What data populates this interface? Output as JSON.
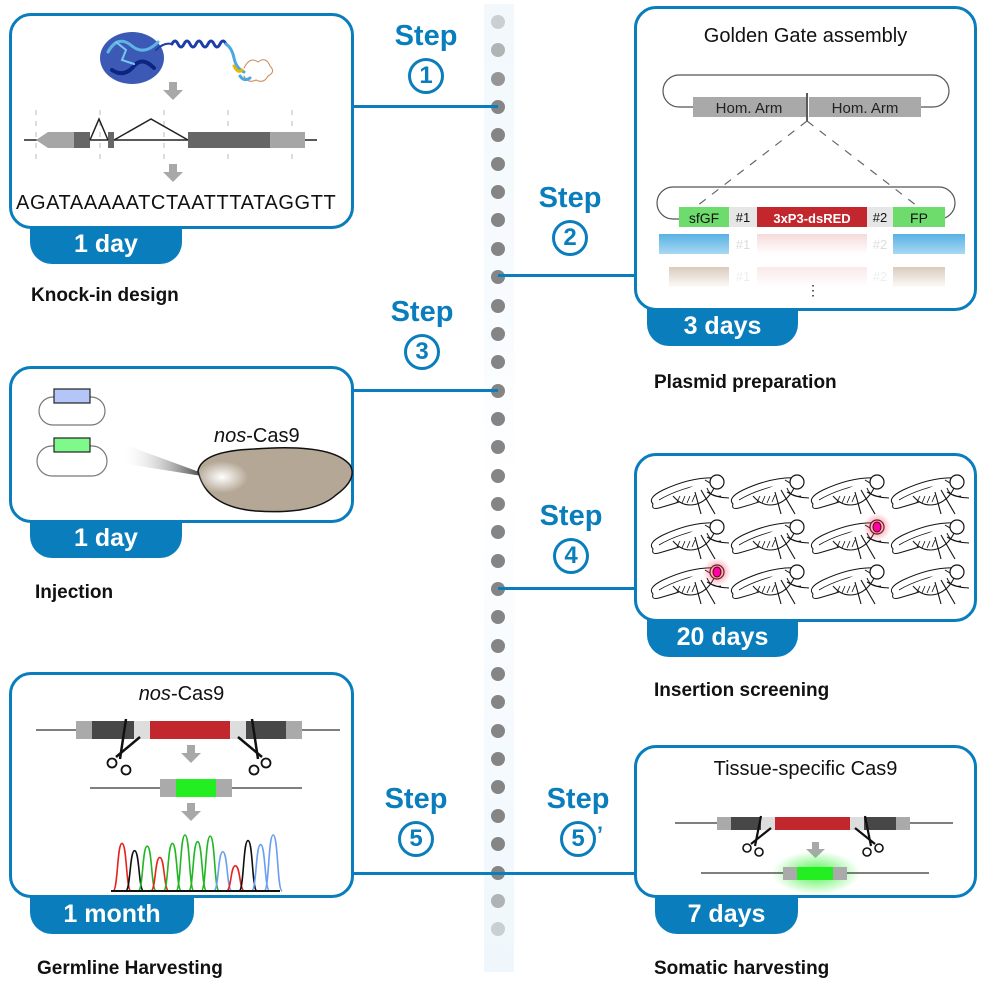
{
  "steps": [
    {
      "id": "1",
      "label": "Step",
      "number": "①",
      "duration": "1 day",
      "caption": "Knock-in design",
      "content": {
        "sequence": "AGATAAAAATCTAATTTATAGGTT"
      }
    },
    {
      "id": "2",
      "label": "Step",
      "number": "②",
      "duration": "3 days",
      "caption": "Plasmid preparation",
      "content": {
        "title": "Golden Gate assembly",
        "hom_arm_left": "Hom. Arm",
        "hom_arm_right": "Hom. Arm",
        "segments": [
          "sfGF",
          "#1",
          "3xP3-dsRED",
          "#2",
          "FP"
        ],
        "faded_labels": [
          "#1",
          "#2",
          "#1",
          "#2"
        ],
        "ellipsis": "⋮"
      }
    },
    {
      "id": "3",
      "label": "Step",
      "number": "③",
      "duration": "1 day",
      "caption": "Injection",
      "content": {
        "strain_italic": "nos",
        "strain_rest": "-Cas9"
      }
    },
    {
      "id": "4",
      "label": "Step",
      "number": "④",
      "duration": "20 days",
      "caption": "Insertion screening",
      "content": {
        "fly_grid_rows": 3,
        "fly_grid_cols": 4,
        "positive_flies": [
          [
            1,
            2
          ],
          [
            2,
            0
          ]
        ]
      }
    },
    {
      "id": "5",
      "label": "Step",
      "number": "⑤",
      "duration": "1 month",
      "caption": "Germline Harvesting",
      "content": {
        "strain_italic": "nos",
        "strain_rest": "-Cas9",
        "chromatogram_peaks": [
          "red",
          "black",
          "green",
          "red",
          "green",
          "green",
          "green",
          "green",
          "blue",
          "red",
          "black",
          "blue",
          "blue"
        ]
      }
    },
    {
      "id": "5prime",
      "label": "Step",
      "number": "⑤",
      "prime": "’",
      "duration": "7 days",
      "caption": "Somatic harvesting",
      "content": {
        "title": "Tissue-specific Cas9"
      }
    }
  ],
  "colors": {
    "accent": "#0a7dbd",
    "timeline_dot": "#858585",
    "dsred": "#c1272d",
    "gfp": "#22ee22",
    "sfgfp_box": "#6ddc6d",
    "embryo": "#b5a795",
    "plasmid_blue": "#b4c6f7",
    "plasmid_green": "#80f98c"
  }
}
